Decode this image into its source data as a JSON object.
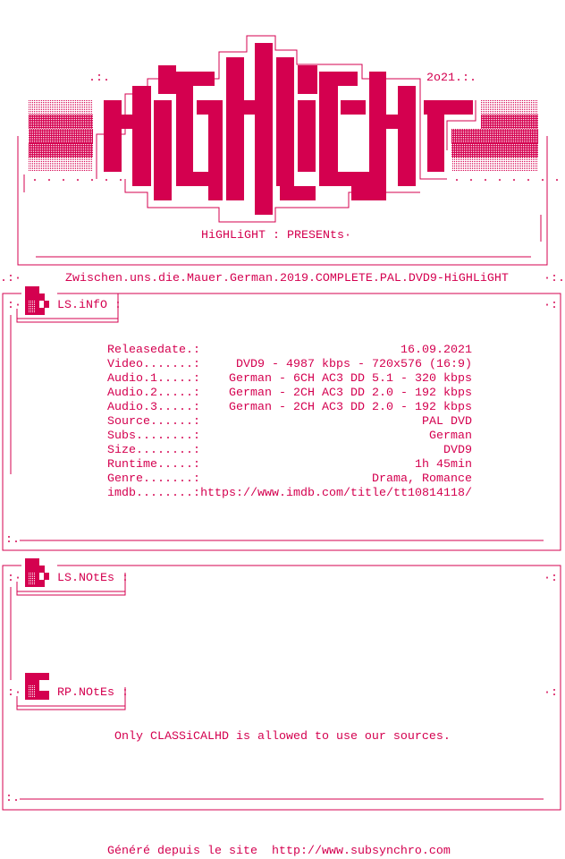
{
  "colors": {
    "accent": "#d4004f",
    "background": "#ffffff"
  },
  "header": {
    "logo_text": "HiGHLiGHT",
    "year": "2o21.:.",
    "presents": "HiGHLiGHT : PRESENts·"
  },
  "release_title": "Zwischen.uns.die.Mauer.German.2019.COMPLETE.PAL.DVD9-HiGHLiGHT",
  "info_section": {
    "heading": "LS.iNfO :",
    "rows": [
      {
        "label": "Releasedate.:",
        "value": "16.09.2021"
      },
      {
        "label": "Video.......:",
        "value": "DVD9 - 4987 kbps - 720x576 (16:9)"
      },
      {
        "label": "Audio.1.....:",
        "value": "German - 6CH AC3 DD 5.1 - 320 kbps"
      },
      {
        "label": "Audio.2.....:",
        "value": "German - 2CH AC3 DD 2.0 - 192 kbps"
      },
      {
        "label": "Audio.3.....:",
        "value": "German - 2CH AC3 DD 2.0 - 192 kbps"
      },
      {
        "label": "Source......:",
        "value": "PAL DVD"
      },
      {
        "label": "Subs........:",
        "value": "German"
      },
      {
        "label": "Size........:",
        "value": "DVD9"
      },
      {
        "label": "Runtime.....:",
        "value": "1h 45min"
      },
      {
        "label": "Genre.......:",
        "value": "Drama, Romance"
      },
      {
        "label": "imdb........:",
        "value": "https://www.imdb.com/title/tt10814118/"
      }
    ]
  },
  "notes_section": {
    "ls_heading": "LS.NOtEs :",
    "rp_heading": "RP.NOtEs :",
    "rp_text": "Only CLASSiCALHD is allowed to use our sources."
  },
  "footer": {
    "label": "Généré depuis le site",
    "link": "http://www.subsynchro.com"
  }
}
